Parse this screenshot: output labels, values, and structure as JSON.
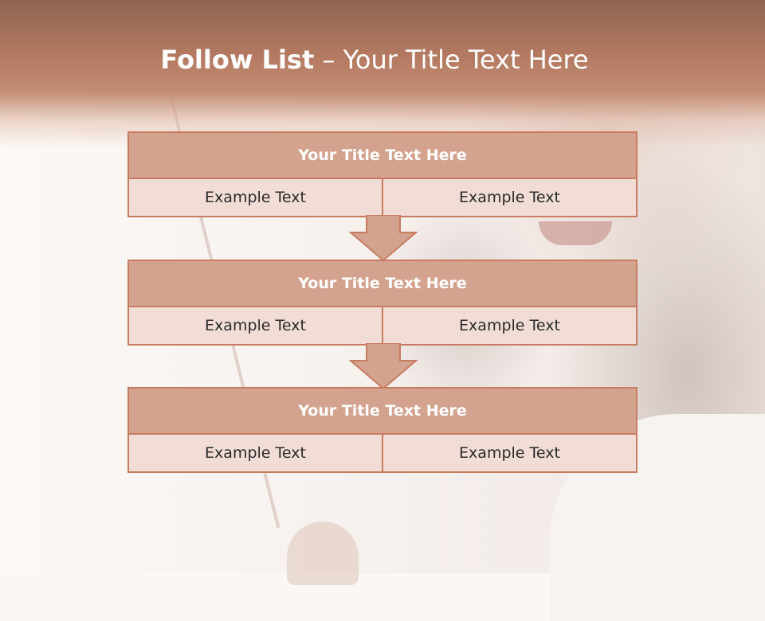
{
  "slide": {
    "title_bold": "Follow List",
    "title_rest": " – Your Title Text Here"
  },
  "blocks": [
    {
      "title": "Your Title Text Here",
      "cells": [
        "Example Text",
        "Example Text"
      ]
    },
    {
      "title": "Your Title Text Here",
      "cells": [
        "Example Text",
        "Example Text"
      ]
    },
    {
      "title": "Your Title Text Here",
      "cells": [
        "Example Text",
        "Example Text"
      ]
    }
  ],
  "colors": {
    "header": "#b47a61",
    "box_border": "#c87b5e",
    "box_title_fill": "#d4a38f",
    "box_cell_fill": "#f1ddd6",
    "arrow_fill": "#d4a38f"
  },
  "icons": [
    "down-arrow-icon",
    "down-arrow-icon"
  ]
}
